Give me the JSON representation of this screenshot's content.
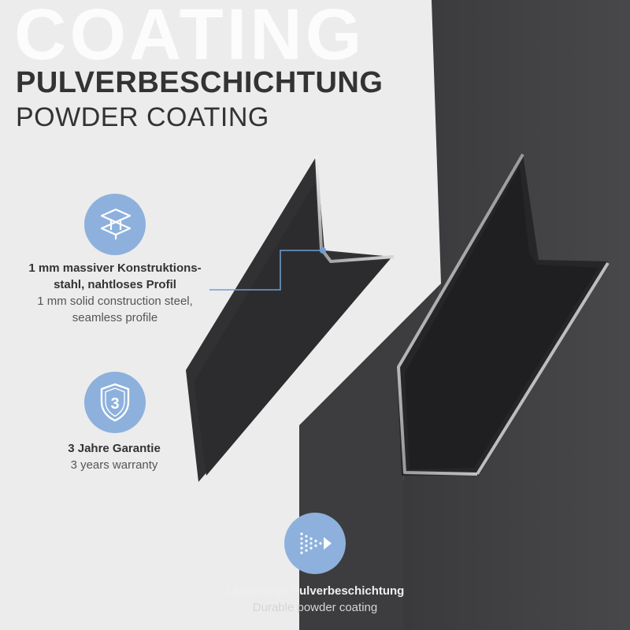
{
  "watermark": "COATING",
  "heading": {
    "title": "PULVERBESCHICHTUNG",
    "subtitle": "POWDER COATING"
  },
  "features": [
    {
      "icon": "steel-profile-icon",
      "de_line1": "1 mm massiver Konstruktions-",
      "de_line2": "stahl, nahtloses Profil",
      "en_line1": "1 mm solid construction steel,",
      "en_line2": "seamless profile"
    },
    {
      "icon": "shield-3-icon",
      "badge": "3",
      "de_line1": "3 Jahre Garantie",
      "en_line1": "3 years warranty"
    },
    {
      "icon": "powder-spray-icon",
      "de_line1": "Langlebige Pulverbeschichtung",
      "en_line1": "Durable powder coating"
    }
  ],
  "colors": {
    "background": "#ececec",
    "accent": "#8db1dc",
    "leader_line": "#6f9fd4",
    "steel": "#3b3b3d",
    "text": "#333333"
  }
}
